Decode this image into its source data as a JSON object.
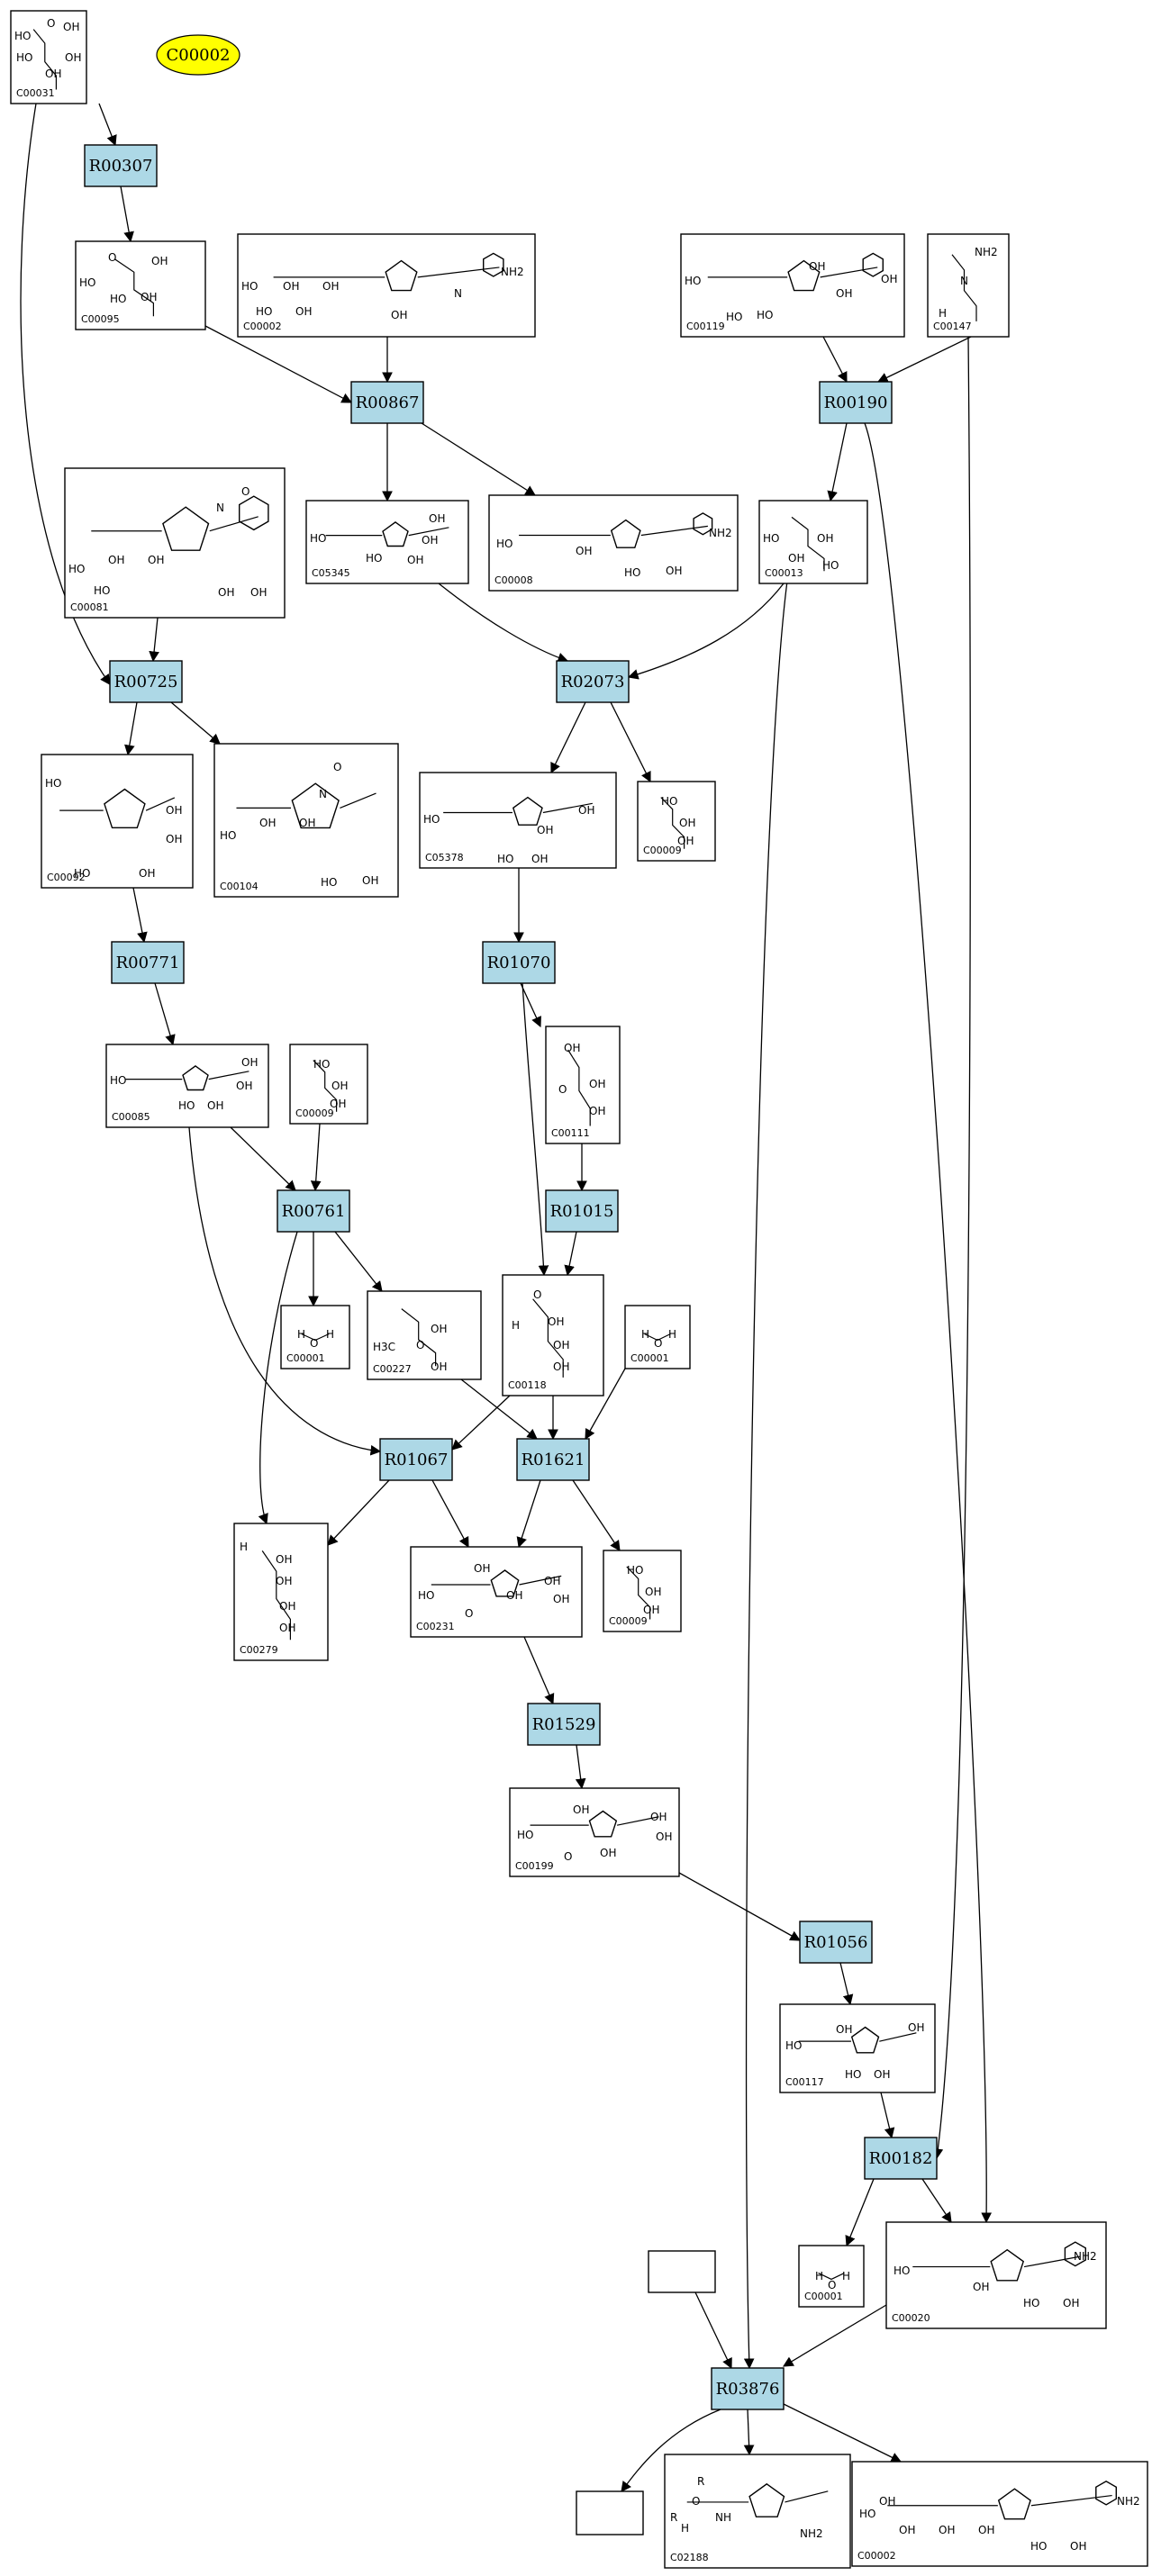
{
  "highlight": {
    "label": "C00002",
    "color": "#ffff00"
  },
  "colors": {
    "reaction_fill": "#add8e6",
    "highlight": "#ffff00"
  },
  "compounds": {
    "n_c00031": {
      "id": "C00031",
      "atoms": [
        "HO",
        "O",
        "OH",
        "HO",
        "OH",
        "OH"
      ]
    },
    "n_c00095": {
      "id": "C00095",
      "atoms": [
        "O",
        "OH",
        "HO",
        "HO",
        "OH"
      ]
    },
    "n_c00002a": {
      "id": "C00002",
      "atoms": [
        "NH2",
        "N",
        "HO",
        "OH",
        "OH",
        "HO",
        "OH",
        "OH"
      ]
    },
    "n_c00119": {
      "id": "C00119",
      "atoms": [
        "HO",
        "OH",
        "HO",
        "OH",
        "HO",
        "OH"
      ]
    },
    "n_c00147": {
      "id": "C00147",
      "atoms": [
        "NH2",
        "N",
        "H"
      ]
    },
    "n_c05345": {
      "id": "C05345",
      "atoms": [
        "HO",
        "OH",
        "OH",
        "HO",
        "OH"
      ]
    },
    "n_c00008": {
      "id": "C00008",
      "atoms": [
        "NH2",
        "HO",
        "OH",
        "HO",
        "OH"
      ]
    },
    "n_c00013": {
      "id": "C00013",
      "atoms": [
        "HO",
        "OH",
        "OH",
        "HO"
      ]
    },
    "n_c00081": {
      "id": "C00081",
      "atoms": [
        "O",
        "N",
        "HO",
        "OH",
        "OH",
        "OH",
        "HO",
        "OH"
      ]
    },
    "n_c00092": {
      "id": "C00092",
      "atoms": [
        "HO",
        "OH",
        "OH",
        "HO",
        "OH"
      ]
    },
    "n_c00104": {
      "id": "C00104",
      "atoms": [
        "O",
        "N",
        "HO",
        "OH",
        "OH",
        "HO",
        "OH"
      ]
    },
    "n_c05378": {
      "id": "C05378",
      "atoms": [
        "HO",
        "OH",
        "OH",
        "HO",
        "OH"
      ]
    },
    "n_c00009a": {
      "id": "C00009",
      "atoms": [
        "HO",
        "OH",
        "OH"
      ]
    },
    "n_c00085": {
      "id": "C00085",
      "atoms": [
        "HO",
        "OH",
        "OH",
        "HO",
        "OH"
      ]
    },
    "n_c00009b": {
      "id": "C00009",
      "atoms": [
        "HO",
        "OH",
        "OH"
      ]
    },
    "n_c00111": {
      "id": "C00111",
      "atoms": [
        "OH",
        "O",
        "OH",
        "OH"
      ]
    },
    "n_c00001a": {
      "id": "C00001",
      "atoms": [
        "H",
        "O",
        "H"
      ]
    },
    "n_c00227": {
      "id": "C00227",
      "atoms": [
        "H3C",
        "O",
        "OH",
        "OH"
      ]
    },
    "n_c00118": {
      "id": "C00118",
      "atoms": [
        "O",
        "H",
        "OH",
        "OH",
        "OH"
      ]
    },
    "n_c00001b": {
      "id": "C00001",
      "atoms": [
        "H",
        "O",
        "H"
      ]
    },
    "n_c00279": {
      "id": "C00279",
      "atoms": [
        "H",
        "OH",
        "OH",
        "OH",
        "OH"
      ]
    },
    "n_c00231": {
      "id": "C00231",
      "atoms": [
        "OH",
        "HO",
        "O",
        "OH",
        "OH",
        "OH"
      ]
    },
    "n_c00009c": {
      "id": "C00009",
      "atoms": [
        "HO",
        "OH",
        "OH"
      ]
    },
    "n_c00199": {
      "id": "C00199",
      "atoms": [
        "OH",
        "HO",
        "O",
        "OH",
        "OH",
        "OH"
      ]
    },
    "n_c00117": {
      "id": "C00117",
      "atoms": [
        "HO",
        "OH",
        "OH",
        "HO",
        "OH"
      ]
    },
    "n_c00001c": {
      "id": "C00001",
      "atoms": [
        "H",
        "O",
        "H"
      ]
    },
    "n_c00020": {
      "id": "C00020",
      "atoms": [
        "NH2",
        "HO",
        "OH",
        "HO",
        "OH"
      ]
    },
    "n_blank1": {
      "id": "",
      "atoms": []
    },
    "n_blank2": {
      "id": "",
      "atoms": []
    },
    "n_c02188": {
      "id": "C02188",
      "atoms": [
        "R",
        "O",
        "NH",
        "R",
        "H",
        "NH2"
      ]
    },
    "n_c00002b": {
      "id": "C00002",
      "atoms": [
        "NH2",
        "HO",
        "OH",
        "OH",
        "OH",
        "HO",
        "OH",
        "OH"
      ]
    }
  },
  "reactions": [
    {
      "id": "R00307",
      "node": "r_r00307"
    },
    {
      "id": "R00867",
      "node": "r_r00867"
    },
    {
      "id": "R00190",
      "node": "r_r00190"
    },
    {
      "id": "R00725",
      "node": "r_r00725"
    },
    {
      "id": "R02073",
      "node": "r_r02073"
    },
    {
      "id": "R00771",
      "node": "r_r00771"
    },
    {
      "id": "R01070",
      "node": "r_r01070"
    },
    {
      "id": "R00761",
      "node": "r_r00761"
    },
    {
      "id": "R01015",
      "node": "r_r01015"
    },
    {
      "id": "R01067",
      "node": "r_r01067"
    },
    {
      "id": "R01621",
      "node": "r_r01621"
    },
    {
      "id": "R01529",
      "node": "r_r01529"
    },
    {
      "id": "R01056",
      "node": "r_r01056"
    },
    {
      "id": "R00182",
      "node": "r_r00182"
    },
    {
      "id": "R03876",
      "node": "r_r03876"
    }
  ]
}
